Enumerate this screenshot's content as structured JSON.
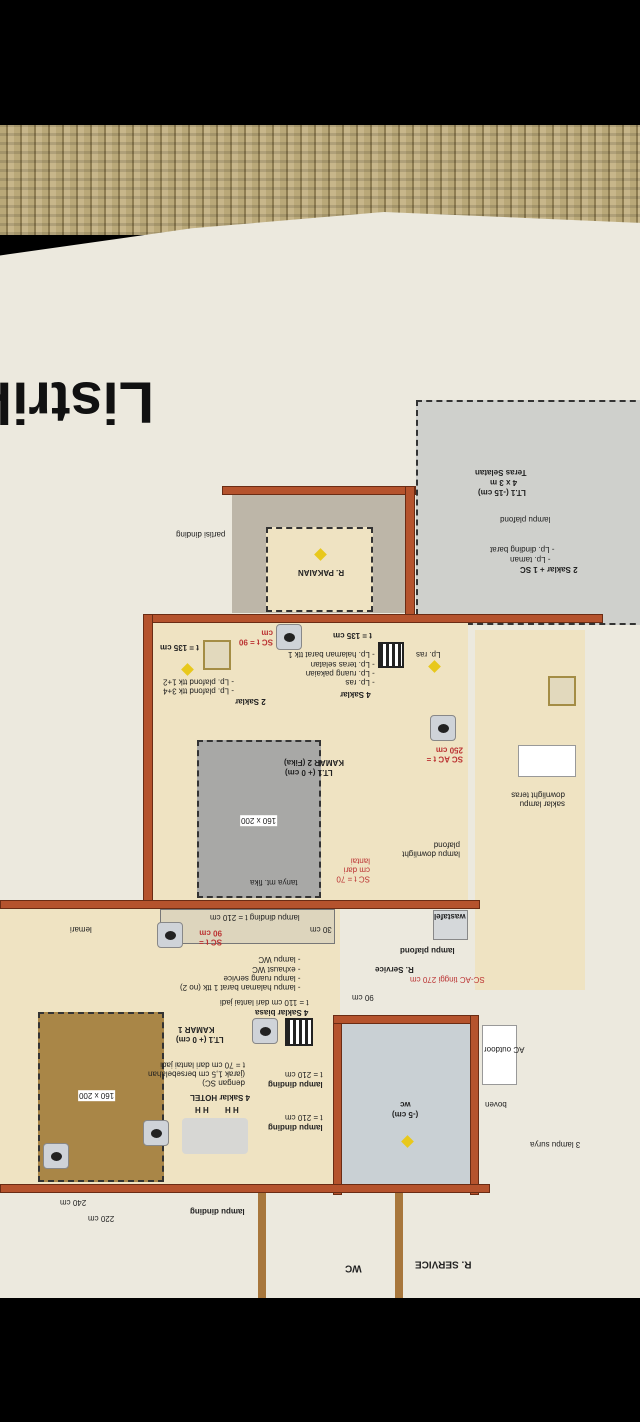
{
  "title": "Listrik",
  "rooms": {
    "r_pakaian": "R. PAKAIAN",
    "kamar2": "KAMAR 2 (Fika)",
    "kamar2_level": "LT.1 (+ 0 cm)",
    "kamar1": "KAMAR 1",
    "kamar1_level": "LT.1 (+ 0 cm)",
    "wc": "wc",
    "wc_level": "(-5 cm)",
    "wc2": "WC",
    "r_service": "R. SERVICE",
    "r_service2": "R. Service",
    "teras": "Teras Selatan",
    "teras_size": "4 x 3 m",
    "teras_level": "LT.1 (-15 cm)"
  },
  "beds": {
    "bed2": "160 x 200",
    "bed1": "160 x 200"
  },
  "notes": {
    "partisi": "partisi dinding",
    "saklar4": "4 Saklar",
    "saklar4_items": [
      "- Lp. halaman barat ttk 1",
      "- Lp. teras selatan",
      "- Lp. ruang pakaian",
      "- Lp. ras"
    ],
    "saklar2": "2 Saklar",
    "saklar2_items": [
      "- Lp. plafond ttk 1+2",
      "- Lp. plafond ttk 3+4"
    ],
    "t135a": "t = 135 cm",
    "t135b": "t = 135 cm",
    "sc_t90": "SC t = 90 cm",
    "lp_ras": "Lp. ras",
    "sc_ac": "SC AC t = 250 cm",
    "lampu_downlight": "lampu downlight plafond",
    "saklar_teras": "saklar lampu downlight teras",
    "tanya": "tanya mt. fika",
    "sc_t70": "SC t = 70 cm dari lantai",
    "sakl4_biasa": "4 Saklar biasa",
    "t110": "t = 110 cm dari lantai jadi",
    "biasa_items": [
      "- lampu WC",
      "- exhaust WC",
      "- lampu ruang service",
      "- lampu halaman barat 1 ttk (no 2)"
    ],
    "hotel": "4 Saklar HOTEL",
    "hotel_items": [
      "t = 70 cm dari lantai jadi",
      "(jarak 1,5 cm bersebelahan",
      "dengan SC)"
    ],
    "lampu_dinding": "lampu dinding",
    "t210": "t = 210 cm",
    "lampu_dinding_t": "lampu dinding t = 210 cm",
    "sc_t90b": "SC t = 90 cm",
    "t30": "30 cm",
    "wastafel": "wastafel",
    "lampu_plafond": "lampu plafond",
    "sc_ac2": "SC-AC tinggi 270 cm",
    "ac_outdoor": "AC outdoor",
    "boven": "boven",
    "lampu_surya": "3 lampu surya",
    "lemari": "lemari",
    "w240": "240 cm",
    "w220": "220 cm",
    "w90": "90 cm",
    "saklar2sc": "2 Saklar + 1 SC",
    "lp_taman": "- Lp. taman",
    "lp_dinding": "- Lp. dinding barat",
    "lampu_plafond2": "lampu plafond",
    "hh": "H H"
  }
}
